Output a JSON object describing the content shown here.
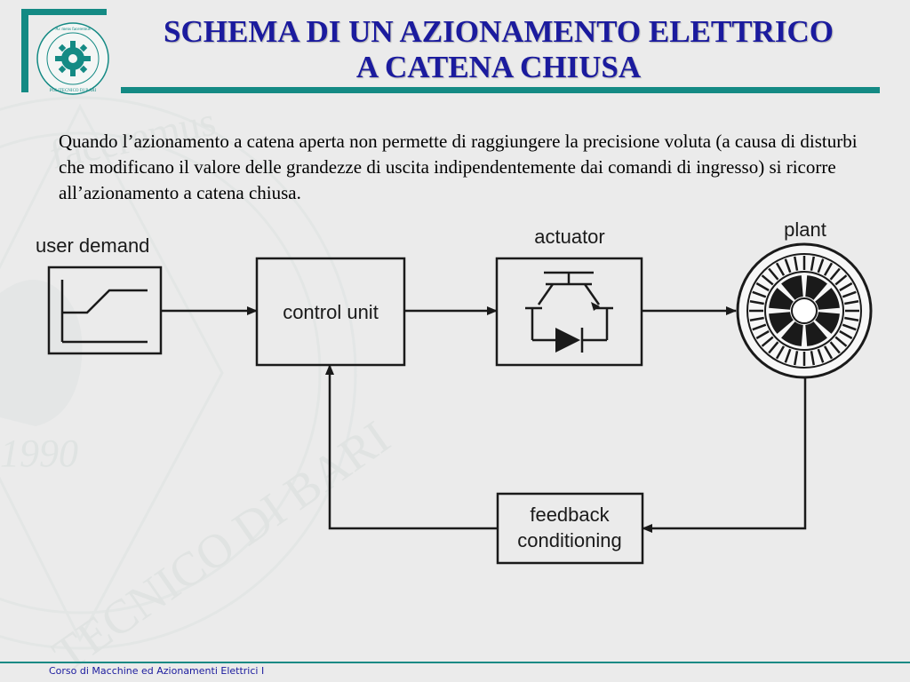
{
  "slide": {
    "title_line1": "SCHEMA DI UN AZIONAMENTO ELETTRICO",
    "title_line2": "A CATENA CHIUSA",
    "body": "Quando l’azionamento a catena aperta non permette di raggiungere la precisione voluta (a causa di disturbi che modificano il valore delle grandezze di uscita indipendentemente dai comandi di ingresso) si ricorre all’azionamento a catena chiusa."
  },
  "logo": {
    "ring_text_top": "Ac mens faceremus",
    "ring_text_bottom": "POLITECNICO DI BARI"
  },
  "watermark": {
    "year": "1990",
    "arc_text": "TECNICO DI BARI",
    "motto": "faceremus"
  },
  "diagram": {
    "user_demand": "user demand",
    "control_unit": "control unit",
    "actuator": "actuator",
    "plant": "plant",
    "feedback_line1": "feedback",
    "feedback_line2": "conditioning"
  },
  "footer": {
    "course": "Corso di Macchine ed Azionamenti Elettrici I"
  },
  "colors": {
    "accent": "#148a84",
    "title": "#1b1b9e",
    "background": "#ebebeb"
  }
}
